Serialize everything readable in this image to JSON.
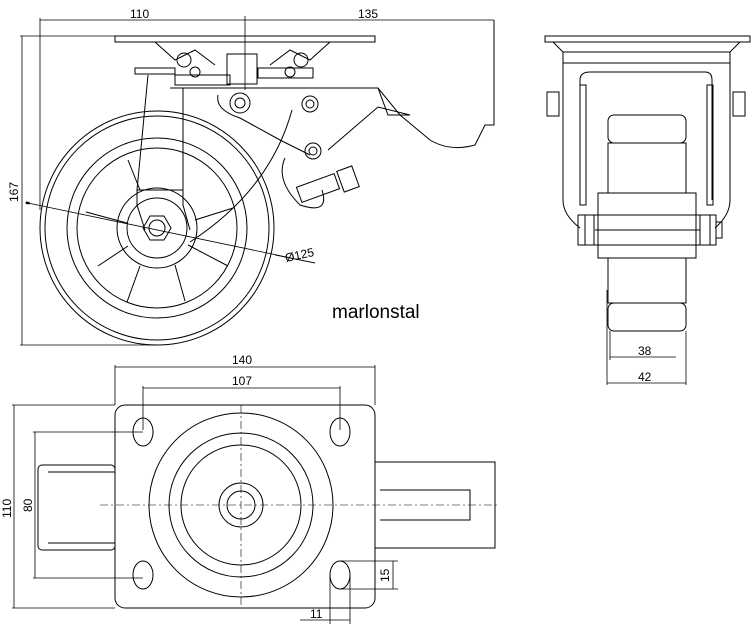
{
  "brand": "marlonstal",
  "side_view": {
    "dim_offset_left": "110",
    "dim_offset_right": "135",
    "dim_height": "167",
    "dim_wheel_diameter": "Ø125"
  },
  "front_view": {
    "dim_tread_width": "38",
    "dim_wheel_width": "42"
  },
  "top_view": {
    "dim_plate_width": "140",
    "dim_hole_spacing_x": "107",
    "dim_plate_height": "110",
    "dim_hole_spacing_y": "80",
    "dim_hole_length": "15",
    "dim_hole_width": "11"
  },
  "colors": {
    "line": "#000000",
    "background": "#ffffff"
  }
}
